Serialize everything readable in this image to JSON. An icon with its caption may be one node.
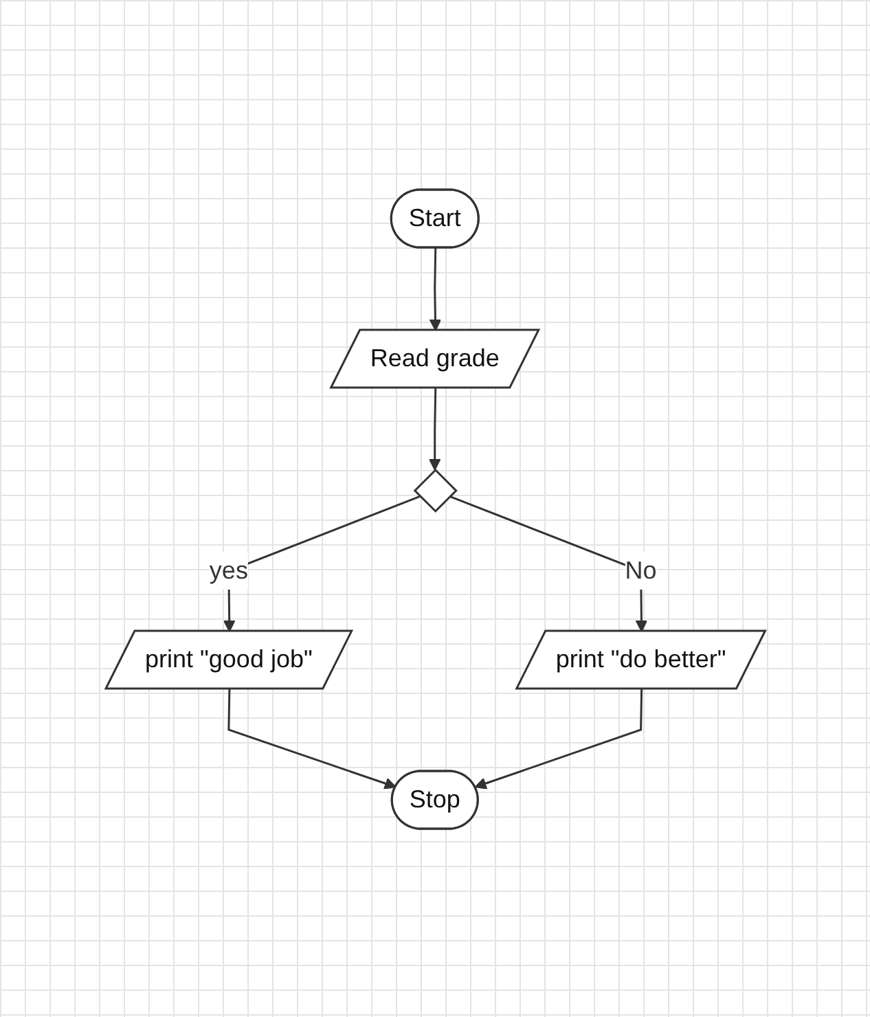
{
  "diagram": {
    "nodes": [
      {
        "text": [
          "Start"
        ]
      },
      {
        "text": [
          "Read grade"
        ]
      },
      {
        "text": [],
        "shape": "diamond"
      },
      {
        "text": [
          "print \"good job\""
        ]
      },
      {
        "text": [
          "print \"do better\""
        ]
      },
      {
        "text": [
          "Stop"
        ]
      }
    ],
    "edges": [
      {
        "from": 0,
        "to": 1,
        "arrow": "to"
      },
      {
        "from": 1,
        "to": 2,
        "arrow": "to"
      },
      {
        "from": 2,
        "to": 3,
        "arrow": "to",
        "label": "yes"
      },
      {
        "from": 2,
        "to": 4,
        "arrow": "to",
        "label": "No"
      },
      {
        "from": 3,
        "to": 5,
        "arrow": "to"
      },
      {
        "from": 4,
        "to": 5,
        "arrow": "to"
      }
    ]
  }
}
